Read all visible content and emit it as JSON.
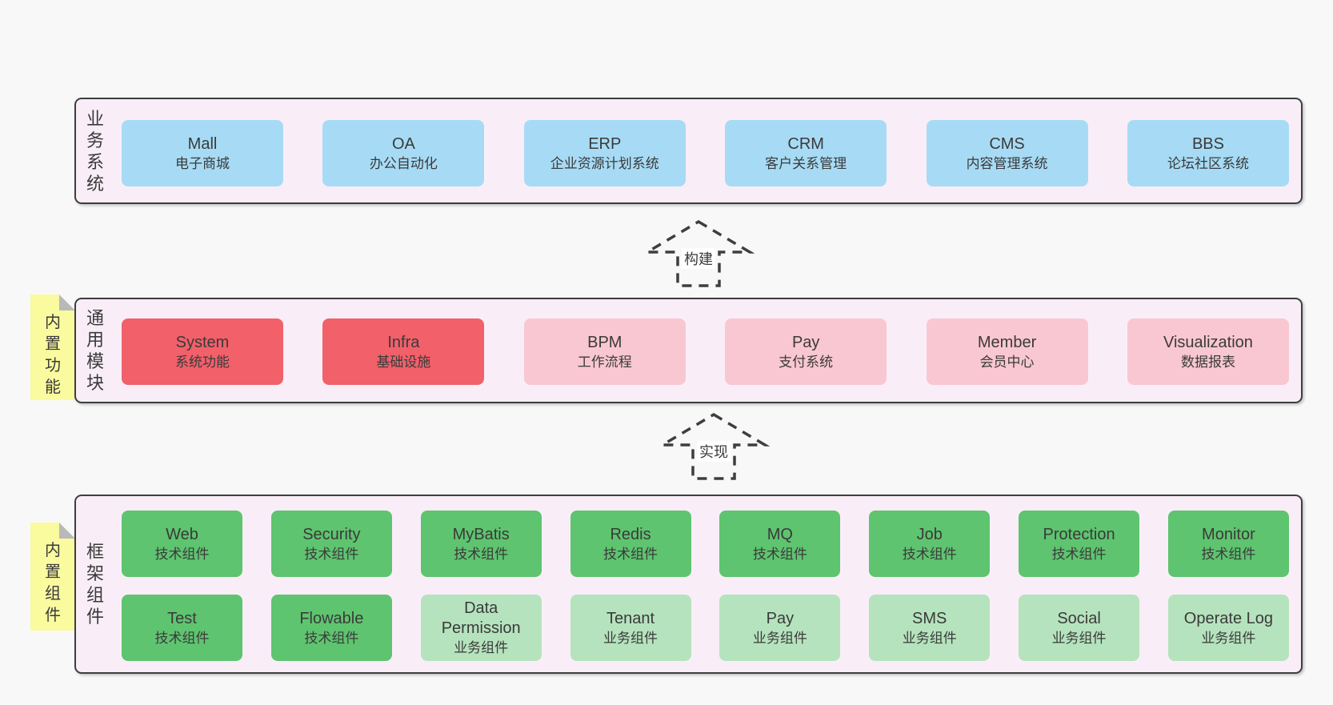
{
  "colors": {
    "page_bg": "#f8f8f8",
    "container_bg": "#f9eef7",
    "border": "#3e3e3e",
    "text": "#3a3a3a",
    "blue": "#a7dbf5",
    "red": "#f2606a",
    "pink": "#f9c7d1",
    "green": "#5ec46f",
    "light_green": "#b5e3bd",
    "sticky_yellow": "#fafa9f"
  },
  "bands": [
    {
      "label": "业务系统",
      "boxes": [
        {
          "en": "Mall",
          "zh": "电子商城"
        },
        {
          "en": "OA",
          "zh": "办公自动化"
        },
        {
          "en": "ERP",
          "zh": "企业资源计划系统"
        },
        {
          "en": "CRM",
          "zh": "客户关系管理"
        },
        {
          "en": "CMS",
          "zh": "内容管理系统"
        },
        {
          "en": "BBS",
          "zh": "论坛社区系统"
        }
      ]
    },
    {
      "label": "通用模块",
      "sticky": "内置功能",
      "boxes": [
        {
          "en": "System",
          "zh": "系统功能"
        },
        {
          "en": "Infra",
          "zh": "基础设施"
        },
        {
          "en": "BPM",
          "zh": "工作流程"
        },
        {
          "en": "Pay",
          "zh": "支付系统"
        },
        {
          "en": "Member",
          "zh": "会员中心"
        },
        {
          "en": "Visualization",
          "zh": "数据报表"
        }
      ]
    },
    {
      "label": "框架组件",
      "sticky": "内置组件",
      "boxes": [
        {
          "en": "Web",
          "zh": "技术组件"
        },
        {
          "en": "Security",
          "zh": "技术组件"
        },
        {
          "en": "MyBatis",
          "zh": "技术组件"
        },
        {
          "en": "Redis",
          "zh": "技术组件"
        },
        {
          "en": "MQ",
          "zh": "技术组件"
        },
        {
          "en": "Job",
          "zh": "技术组件"
        },
        {
          "en": "Protection",
          "zh": "技术组件"
        },
        {
          "en": "Monitor",
          "zh": "技术组件"
        },
        {
          "en": "Test",
          "zh": "技术组件"
        },
        {
          "en": "Flowable",
          "zh": "技术组件"
        },
        {
          "en": "Data Permission",
          "zh": "业务组件"
        },
        {
          "en": "Tenant",
          "zh": "业务组件"
        },
        {
          "en": "Pay",
          "zh": "业务组件"
        },
        {
          "en": "SMS",
          "zh": "业务组件"
        },
        {
          "en": "Social",
          "zh": "业务组件"
        },
        {
          "en": "Operate Log",
          "zh": "业务组件"
        }
      ]
    }
  ],
  "arrows": [
    {
      "label": "构建"
    },
    {
      "label": "实现"
    }
  ]
}
